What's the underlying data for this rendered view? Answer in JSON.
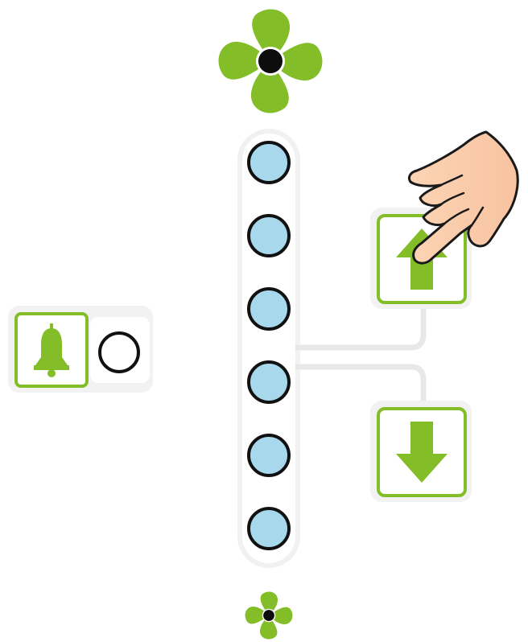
{
  "colors": {
    "accent_green": "#83bd27",
    "indicator_fill": "#a7d8eb",
    "indicator_outline": "#111111",
    "connector_gray": "#e8e8e8",
    "panel_shadow": "#f2f2f2",
    "skin": "#fbcfae",
    "skin_outline": "#1a1a1a"
  },
  "fan_speed": {
    "levels_total": 6,
    "levels_lit": 0
  },
  "alarm": {
    "indicator_on": false
  },
  "icons": {
    "fan_high": "fan-icon-large",
    "fan_low": "fan-icon-small",
    "increase": "arrow-up-icon",
    "decrease": "arrow-down-icon",
    "alarm": "bell-icon",
    "hand": "pointing-hand-icon"
  }
}
